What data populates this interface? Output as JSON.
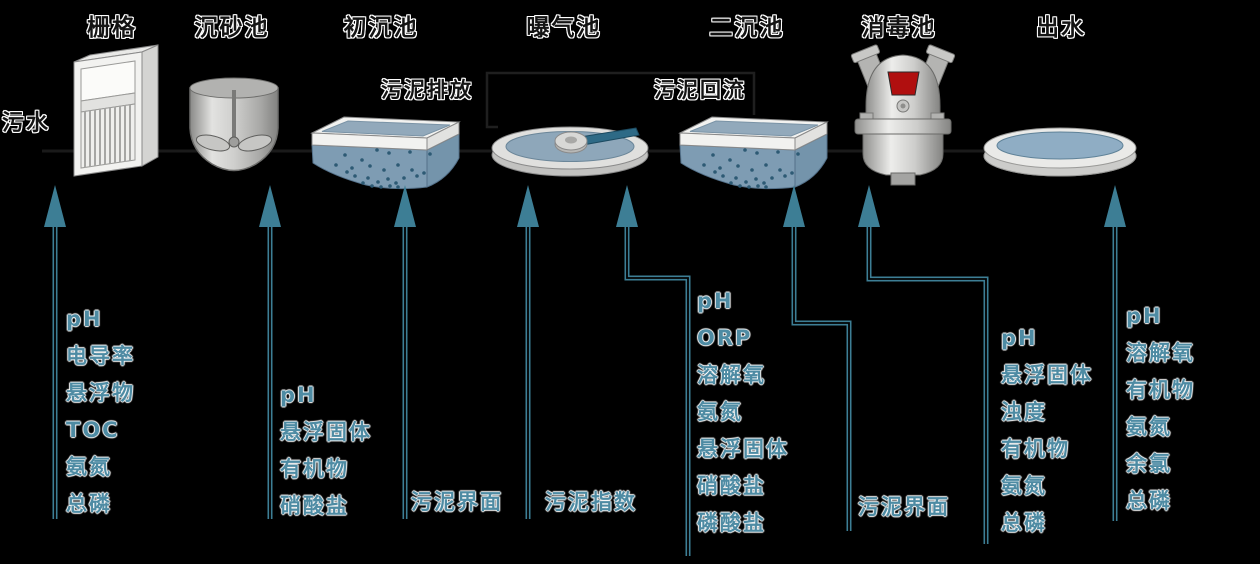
{
  "diagram": {
    "influent_label": "污水",
    "stages": [
      {
        "id": "grid-screen",
        "label": "栅格"
      },
      {
        "id": "grit-chamber",
        "label": "沉砂池"
      },
      {
        "id": "primary-sedimentation",
        "label": "初沉池"
      },
      {
        "id": "aeration-tank",
        "label": "曝气池"
      },
      {
        "id": "secondary-sedimentation",
        "label": "二沉池"
      },
      {
        "id": "disinfection-tank",
        "label": "消毒池"
      },
      {
        "id": "effluent",
        "label": "出水"
      }
    ],
    "flow_labels": {
      "sludge_discharge": "污泥排放",
      "sludge_return": "污泥回流"
    },
    "monitoring_columns": [
      {
        "stage": "influent",
        "items": [
          "pH",
          "电导率",
          "悬浮物",
          "TOC",
          "氨氮",
          "总磷"
        ]
      },
      {
        "stage": "grit-chamber",
        "items": [
          "pH",
          "悬浮固体",
          "有机物",
          "硝酸盐"
        ]
      },
      {
        "stage": "primary-sedimentation",
        "items": [
          "污泥界面"
        ]
      },
      {
        "stage": "aeration-tank",
        "items": [
          "污泥指数"
        ]
      },
      {
        "stage": "aeration-tank",
        "items": [
          "pH",
          "ORP",
          "溶解氧",
          "氨氮",
          "悬浮固体",
          "硝酸盐",
          "磷酸盐"
        ]
      },
      {
        "stage": "secondary-sedimentation",
        "items": [
          "污泥界面"
        ]
      },
      {
        "stage": "disinfection-tank",
        "items": [
          "pH",
          "悬浮固体",
          "浊度",
          "有机物",
          "氨氮",
          "总磷"
        ]
      },
      {
        "stage": "effluent",
        "items": [
          "pH",
          "溶解氧",
          "有机物",
          "氨氮",
          "余氯",
          "总磷"
        ]
      }
    ],
    "colors": {
      "accent_teal": "#3D7E95",
      "param_text_teal": "#4E8BA3",
      "line_black": "#1A1A1A",
      "water_blue": "#7E9CB3",
      "indicator_red": "#B00F0F"
    }
  }
}
